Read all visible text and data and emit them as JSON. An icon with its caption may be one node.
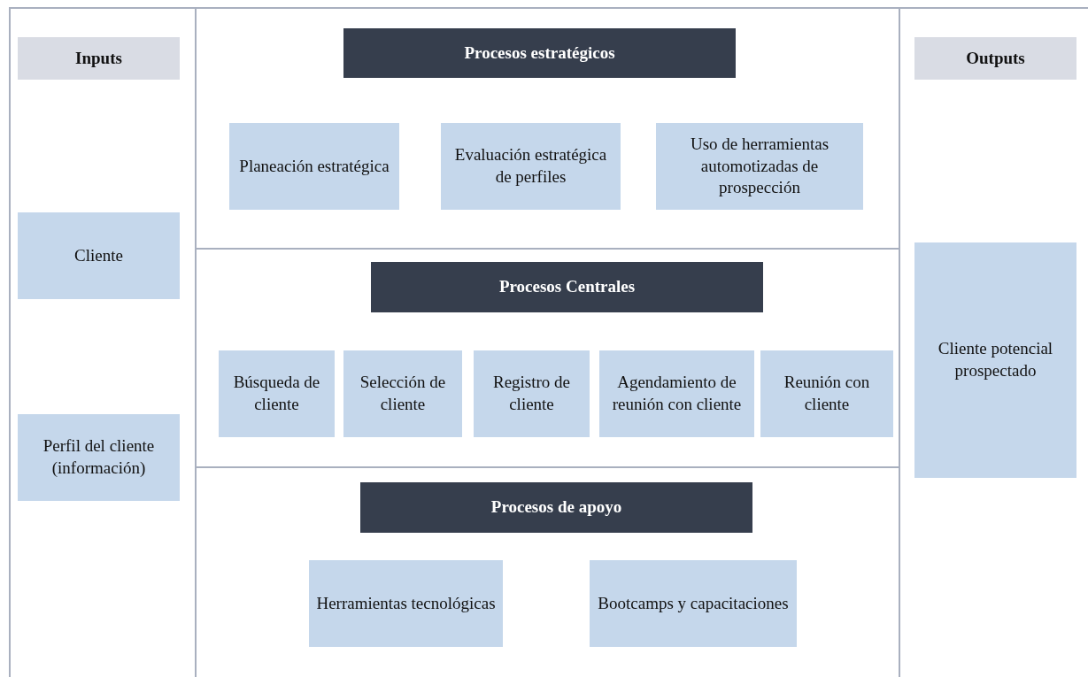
{
  "diagram": {
    "nodes": [
      {
        "text": [],
        "shape": "box"
      },
      {
        "text": [
          "Inputs"
        ],
        "in": 0
      },
      {
        "text": [
          "Cliente"
        ],
        "in": 0
      },
      {
        "text": [
          "Perfil del cliente (información)"
        ],
        "in": 0
      },
      {
        "text": [],
        "shape": "box"
      },
      {
        "text": [
          "Procesos estratégicos"
        ],
        "in": 4
      },
      {
        "text": [
          "Planeación estratégica"
        ],
        "in": 4
      },
      {
        "text": [
          "Evaluación estratégica de perfiles"
        ],
        "in": 4
      },
      {
        "text": [
          "Uso de herramientas automotizadas de prospección"
        ],
        "in": 4
      },
      {
        "text": [],
        "shape": "box"
      },
      {
        "text": [
          "Procesos Centrales"
        ],
        "in": 9
      },
      {
        "text": [
          "Búsqueda de cliente"
        ],
        "in": 9
      },
      {
        "text": [
          "Selección de cliente"
        ],
        "in": 9
      },
      {
        "text": [
          "Registro de cliente"
        ],
        "in": 9
      },
      {
        "text": [
          "Agendamiento de reunión con cliente"
        ],
        "in": 9
      },
      {
        "text": [
          "Reunión con cliente"
        ],
        "in": 9
      },
      {
        "text": [],
        "shape": "box"
      },
      {
        "text": [
          "Procesos de apoyo"
        ],
        "in": 16
      },
      {
        "text": [
          "Herramientas tecnológicas"
        ],
        "in": 16
      },
      {
        "text": [
          "Bootcamps y capacitaciones"
        ],
        "in": 16
      },
      {
        "text": [],
        "shape": "box"
      },
      {
        "text": [
          "Outputs"
        ],
        "in": 20
      },
      {
        "text": [
          "Cliente potencial prospectado"
        ],
        "in": 20
      }
    ]
  }
}
